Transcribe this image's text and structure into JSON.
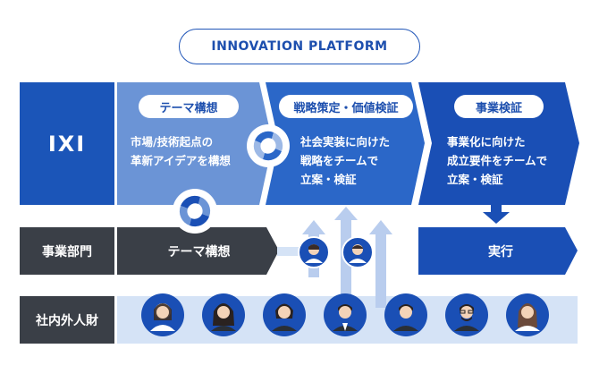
{
  "header": {
    "title": "INNOVATION PLATFORM"
  },
  "rows": {
    "ixi": "IXI",
    "business": "事業部門",
    "talent": "社内外人財"
  },
  "stages": [
    {
      "label": "テーマ構想",
      "text_line1": "市場/技術起点の",
      "text_line2": "革新アイデアを構想"
    },
    {
      "label": "戦略策定・価値検証",
      "text_line1": "社会実装に向けた",
      "text_line2": "戦略をチームで",
      "text_line3": "立案・検証"
    },
    {
      "label": "事業検証",
      "text_line1": "事業化に向けた",
      "text_line2": "成立要件をチームで",
      "text_line3": "立案・検証"
    }
  ],
  "business_row": {
    "left_label": "テーマ構想",
    "right_label": "実行"
  },
  "colors": {
    "stage1": "#6b94d6",
    "stage2": "#2b67c8",
    "stage3": "#1a4fb5",
    "dark": "#3a3f47",
    "talent_band": "#d5e3f6"
  }
}
